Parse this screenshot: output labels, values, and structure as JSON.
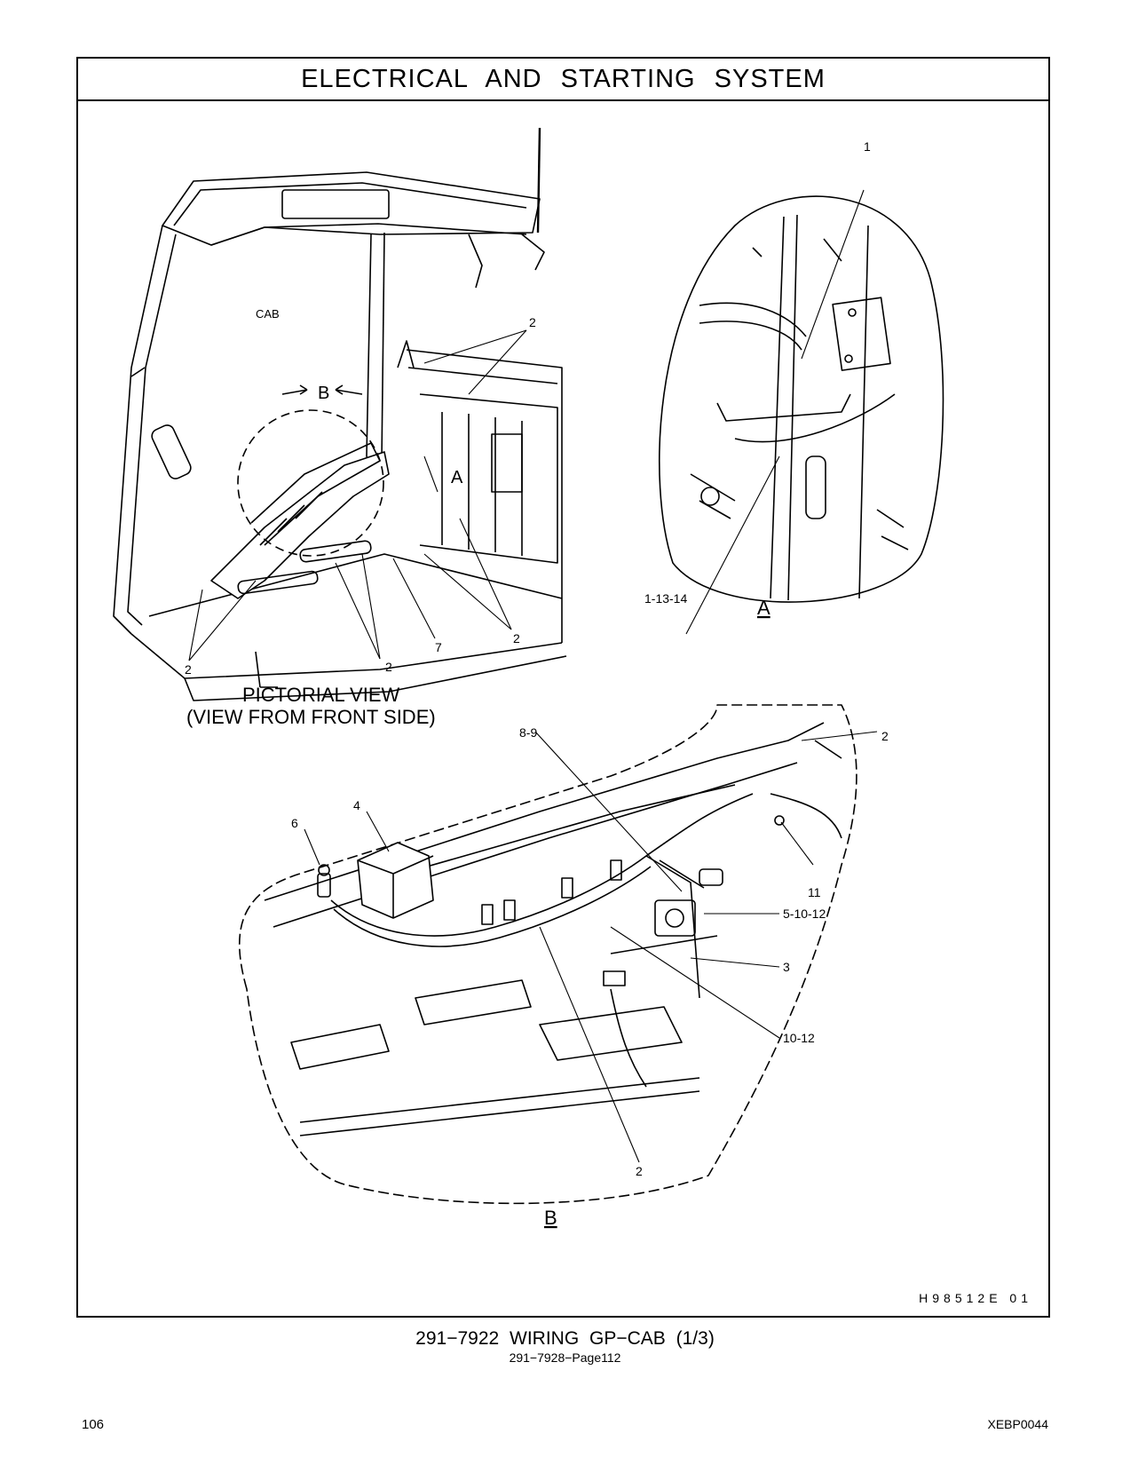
{
  "header": {
    "title": "ELECTRICAL AND STARTING SYSTEM"
  },
  "drawing": {
    "code": "H98512E 01",
    "views": {
      "pictorial_title_line1": "PICTORIAL VIEW",
      "pictorial_title_line2": "(VIEW FROM FRONT SIDE)",
      "cab_label": "CAB",
      "detail_a_label": "A",
      "detail_b_label": "B",
      "callout_a": "A",
      "callout_b": "B"
    },
    "callouts": {
      "top_2": "2",
      "bottom_left_2": "2",
      "bottom_mid_2": "2",
      "right_2": "2",
      "item_7": "7",
      "item_1": "1",
      "item_1_13_14": "1-13-14",
      "b_8_9": "8-9",
      "b_2_top": "2",
      "b_4": "4",
      "b_6": "6",
      "b_11": "11",
      "b_5_10_12": "5-10-12",
      "b_3": "3",
      "b_10_12": "10-12",
      "b_2_bottom": "2"
    }
  },
  "footer": {
    "caption": "291−7922  WIRING  GP−CAB (1/3)",
    "subcaption": "291−7928−Page112",
    "page_number": "106",
    "doc_id": "XEBP0044"
  }
}
